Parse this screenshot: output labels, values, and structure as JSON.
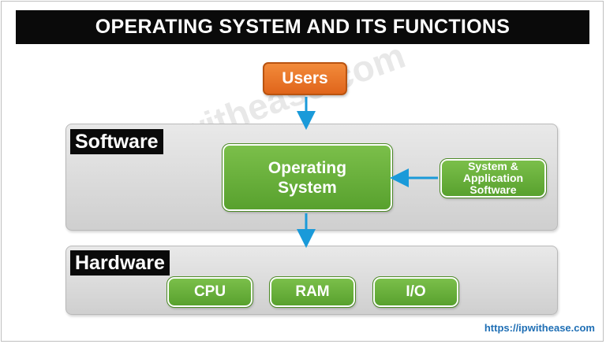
{
  "title": "OPERATING SYSTEM AND ITS FUNCTIONS",
  "users": "Users",
  "software": {
    "label": "Software",
    "os_box": "Operating\nSystem",
    "sys_app_box": "System &\nApplication\nSoftware"
  },
  "hardware": {
    "label": "Hardware",
    "items": [
      "CPU",
      "RAM",
      "I/O"
    ]
  },
  "url": "https://ipwithease.com",
  "watermark": "ipwithease.com",
  "colors": {
    "users": "#e8732a",
    "boxes": "#6ab03c",
    "arrows": "#1a9ad9",
    "title_bg": "#0a0a0a",
    "panel": "#d9d9d9",
    "url": "#1f6fb5"
  }
}
